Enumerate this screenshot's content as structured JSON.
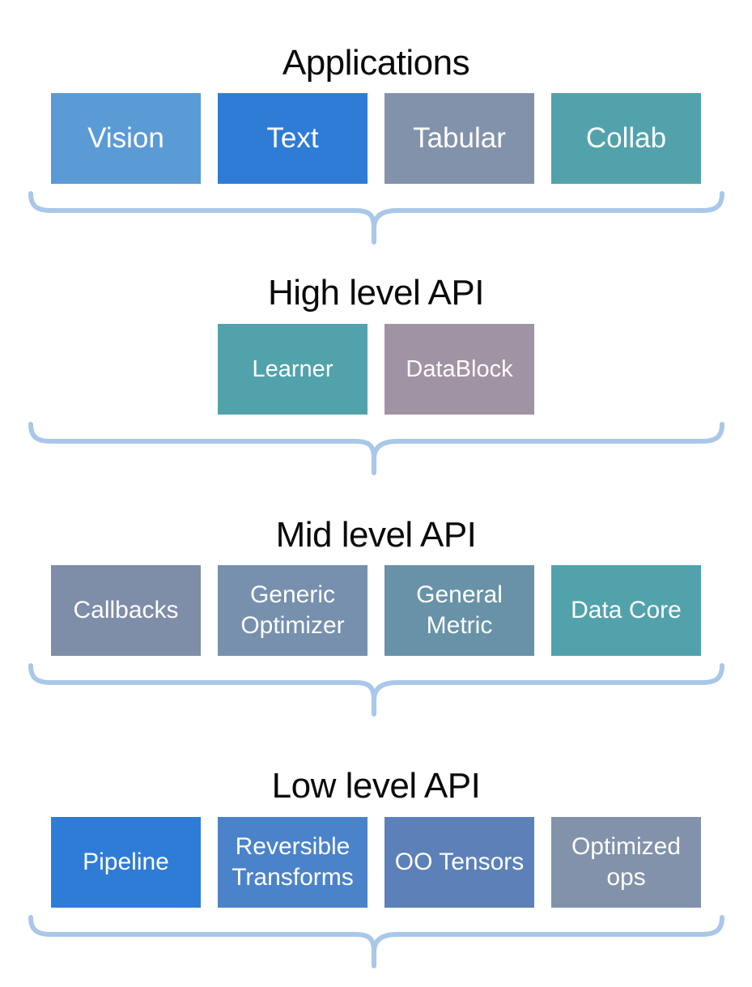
{
  "page": {
    "background_color": "#ffffff",
    "title_color": "#0a0a0a",
    "box_text_color": "#ffffff",
    "brace_color": "#a9c7e9"
  },
  "sections": [
    {
      "title": "Applications",
      "boxes": [
        {
          "label": "Vision",
          "color": "#5b9bd5"
        },
        {
          "label": "Text",
          "color": "#2e7cd6"
        },
        {
          "label": "Tabular",
          "color": "#8392ab"
        },
        {
          "label": "Collab",
          "color": "#52a2ac"
        }
      ]
    },
    {
      "title": "High level API",
      "boxes": [
        {
          "label": "Learner",
          "color": "#52a2ac"
        },
        {
          "label": "DataBlock",
          "color": "#a093a3"
        }
      ]
    },
    {
      "title": "Mid level API",
      "boxes": [
        {
          "label": "Callbacks",
          "color": "#7e8da8"
        },
        {
          "label": "Generic Optimizer",
          "color": "#7690ae"
        },
        {
          "label": "General Metric",
          "color": "#6892a8"
        },
        {
          "label": "Data Core",
          "color": "#52a2ac"
        }
      ]
    },
    {
      "title": "Low level API",
      "boxes": [
        {
          "label": "Pipeline",
          "color": "#2e7cd6"
        },
        {
          "label": "Reversible Transforms",
          "color": "#4b83cb"
        },
        {
          "label": "OO Tensors",
          "color": "#5c80b8"
        },
        {
          "label": "Optimized ops",
          "color": "#8292ab"
        }
      ]
    }
  ]
}
